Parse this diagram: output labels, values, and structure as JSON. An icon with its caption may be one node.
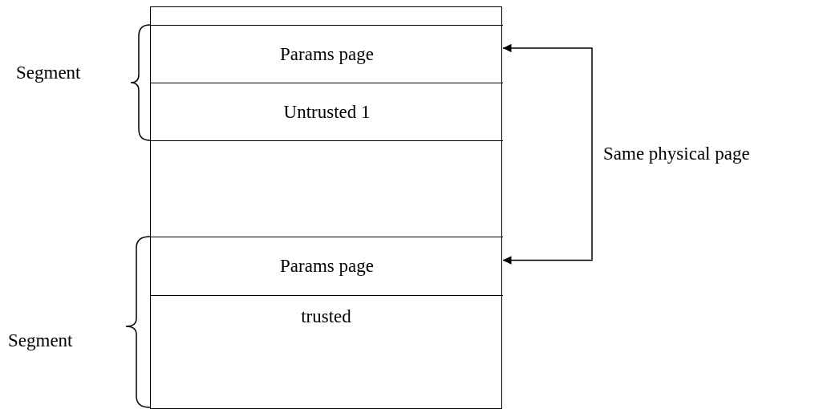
{
  "diagram": {
    "nodes": [
      {
        "text": [],
        "shape": "box"
      },
      {
        "text": [],
        "shape": "box",
        "in": 0
      },
      {
        "text": [
          "Params page"
        ],
        "in": 0
      },
      {
        "text": [
          "Untrusted 1"
        ],
        "in": 0
      },
      {
        "text": [],
        "shape": "box",
        "in": 0
      },
      {
        "text": [
          "Params page"
        ],
        "in": 0
      },
      {
        "text": [
          "trusted"
        ],
        "in": 0
      }
    ],
    "edges": [
      {
        "from": 2,
        "to": 5,
        "arrow": "both",
        "label": "Same physical page"
      }
    ],
    "labels": [
      "Segment",
      "Segment"
    ]
  }
}
